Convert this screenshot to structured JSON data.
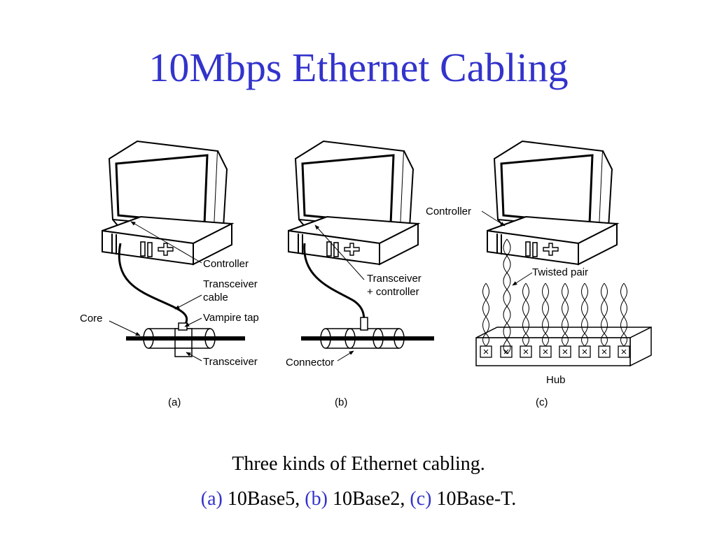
{
  "slide": {
    "title": "10Mbps Ethernet Cabling"
  },
  "figure": {
    "a": {
      "labels": {
        "controller": "Controller",
        "transceiver_cable_line1": "Transceiver",
        "transceiver_cable_line2": "cable",
        "vampire_tap": "Vampire tap",
        "core": "Core",
        "transceiver": "Transceiver"
      },
      "sublabel": "(a)"
    },
    "b": {
      "labels": {
        "transceiver_controller_line1": "Transceiver",
        "transceiver_controller_line2": "+ controller",
        "connector": "Connector"
      },
      "sublabel": "(b)"
    },
    "c": {
      "labels": {
        "controller": "Controller",
        "twisted_pair": "Twisted pair",
        "hub": "Hub"
      },
      "sublabel": "(c)"
    }
  },
  "caption": {
    "line1": "Three kinds of Ethernet cabling.",
    "a_marker": "(a)",
    "a_text": " 10Base5, ",
    "b_marker": "(b)",
    "b_text": " 10Base2, ",
    "c_marker": "(c)",
    "c_text": " 10Base-T."
  },
  "colors": {
    "accent": "#3333cc",
    "text": "#000000",
    "background": "#ffffff"
  }
}
